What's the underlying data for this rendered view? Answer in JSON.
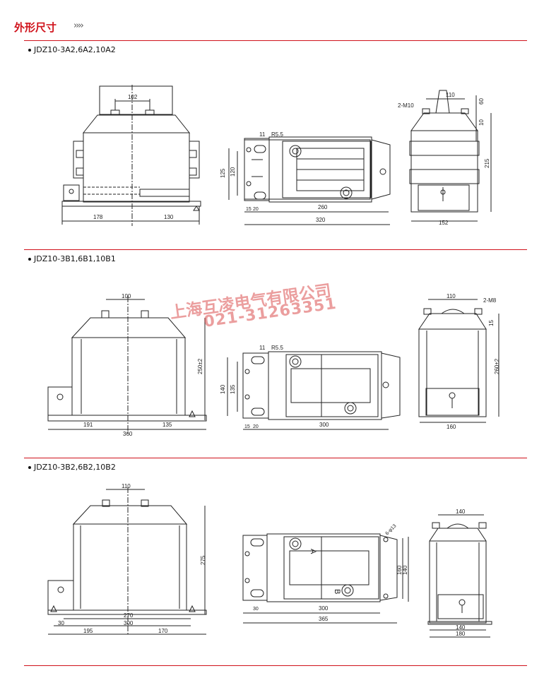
{
  "header": {
    "title": "外形尺寸",
    "chevrons": "››››"
  },
  "watermark": {
    "company": "上海互凌电气有限公司",
    "phone": "021-31263351"
  },
  "sections": [
    {
      "model": "JDZ10-3A2,6A2,10A2",
      "front": {
        "top_dim": "102",
        "left_dim": "178",
        "right_dim": "130"
      },
      "plan": {
        "d11": "11",
        "r": "R5.5",
        "h1": "125",
        "h2": "120",
        "sm": "15",
        "sm2": "20",
        "w1": "260",
        "w2": "320"
      },
      "side": {
        "bolt": "2-M10",
        "top": "110",
        "d60": "60",
        "d10": "10",
        "h": "215",
        "w": "152"
      }
    },
    {
      "model": "JDZ10-3B1,6B1,10B1",
      "front": {
        "top_dim": "100",
        "height": "250±2",
        "left_dim": "191",
        "right_dim": "135",
        "total": "360"
      },
      "plan": {
        "d11": "11",
        "r": "R5.5",
        "h1": "140",
        "h2": "135",
        "sm": "15",
        "sm2": "20",
        "w1": "300"
      },
      "side": {
        "top": "110",
        "bolt": "2-M8",
        "d15": "15",
        "h": "260±2",
        "w": "160"
      }
    },
    {
      "model": "JDZ10-3B2,6B2,10B2",
      "front": {
        "top_dim": "110",
        "height": "275",
        "d270": "270",
        "d300": "300",
        "d30": "30",
        "left_dim": "195",
        "right_dim": "170"
      },
      "plan": {
        "holes": "6-φ13",
        "h1": "160",
        "h2": "140",
        "d30": "30",
        "w1": "300",
        "w2": "365",
        "labelA": "A",
        "labelB": "B"
      },
      "side": {
        "top": "140",
        "w1": "140",
        "w2": "180"
      }
    }
  ]
}
